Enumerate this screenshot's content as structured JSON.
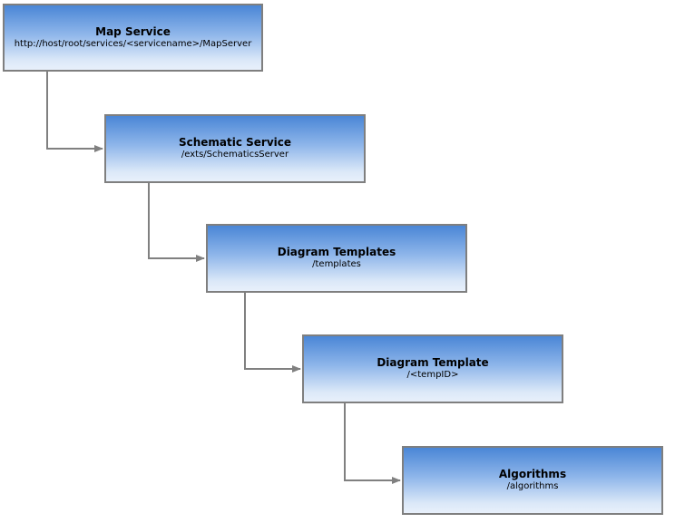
{
  "nodes": [
    {
      "title": "Map Service",
      "path": "http://host/root/services/<servicename>/MapServer"
    },
    {
      "title": "Schematic Service",
      "path": "/exts/SchematicsServer"
    },
    {
      "title": "Diagram Templates",
      "path": "/templates"
    },
    {
      "title": "Diagram Template",
      "path": "/<tempID>"
    },
    {
      "title": "Algorithms",
      "path": "/algorithms"
    }
  ],
  "colors": {
    "connector": "#808080",
    "node_border": "#7f7f7f",
    "node_gradient_top": "#4a86d6",
    "node_gradient_bottom": "#e8f0fb"
  }
}
